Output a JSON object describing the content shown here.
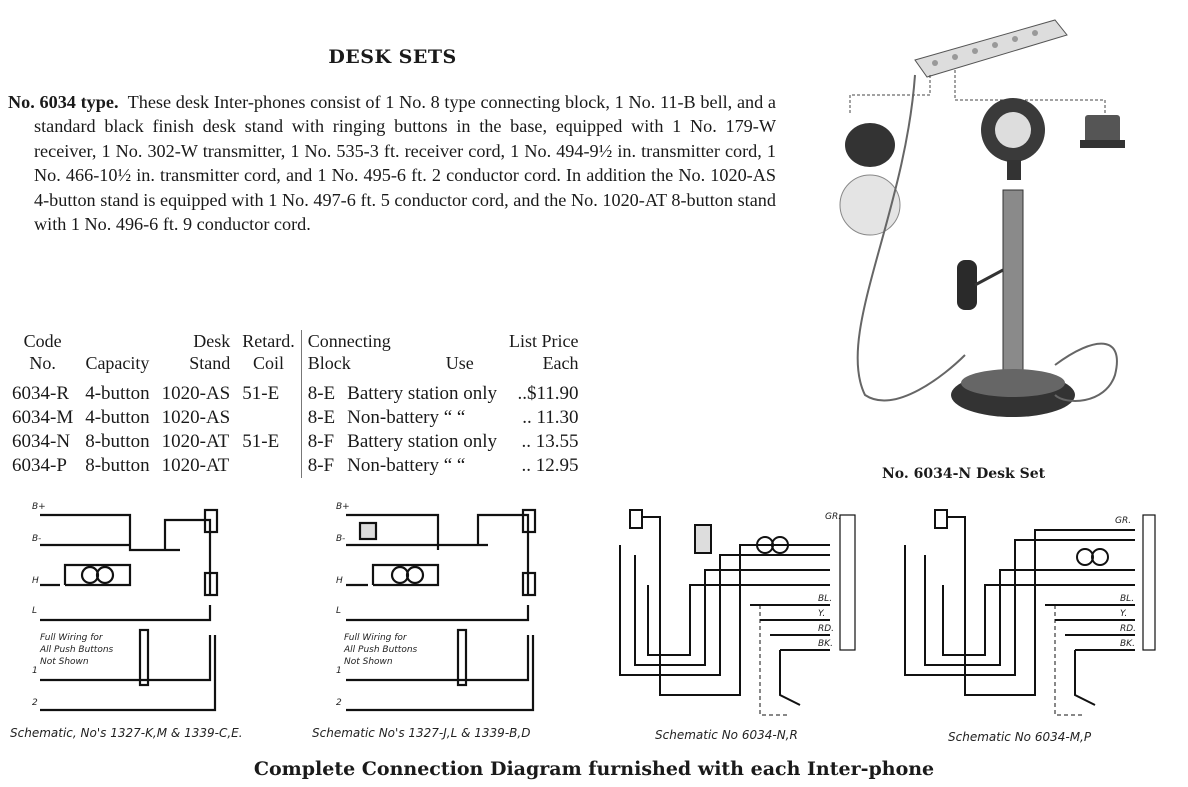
{
  "heading": "DESK SETS",
  "description": {
    "lead": "No. 6034 type.",
    "body": "These desk Inter-phones consist of 1 No. 8 type connecting block, 1 No. 11-B bell, and a standard black finish desk stand with ringing buttons in the base, equipped with 1 No. 179-W receiver, 1 No. 302-W transmitter, 1 No. 535-3 ft. receiver cord, 1 No. 494-9½ in. transmitter cord, 1 No. 466-10½ in. transmitter cord, and 1 No. 495-6 ft. 2 conductor cord. In addition the No. 1020-AS 4-button stand is equipped with 1 No. 497-6 ft. 5 conductor cord, and the No. 1020-AT 8-button stand with 1 No. 496-6 ft. 9 conductor cord."
  },
  "table": {
    "headers": {
      "code": [
        "Code",
        "No."
      ],
      "capacity": "Capacity",
      "desk_stand": [
        "Desk",
        "Stand"
      ],
      "retard_coil": [
        "Retard.",
        "Coil"
      ],
      "connecting_block": [
        "Connecting",
        "Block"
      ],
      "use": "Use",
      "price": [
        "List Price",
        "Each"
      ]
    },
    "rows": [
      {
        "code": "6034-R",
        "capacity": "4-button",
        "stand": "1020-AS",
        "coil": "51-E",
        "block": "8-E",
        "use": "Battery station only",
        "price": "..$11.90"
      },
      {
        "code": "6034-M",
        "capacity": "4-button",
        "stand": "1020-AS",
        "coil": "",
        "block": "8-E",
        "use": "Non-battery “   “",
        "price": ".. 11.30"
      },
      {
        "code": "6034-N",
        "capacity": "8-button",
        "stand": "1020-AT",
        "coil": "51-E",
        "block": "8-F",
        "use": "Battery station only",
        "price": ".. 13.55"
      },
      {
        "code": "6034-P",
        "capacity": "8-button",
        "stand": "1020-AT",
        "coil": "",
        "block": "8-F",
        "use": "Non-battery “   “",
        "price": ".. 12.95"
      }
    ]
  },
  "photo_caption": "No. 6034-N Desk Set",
  "schematics": [
    {
      "caption": "Schematic, No's 1327-K,M & 1339-C,E.",
      "note": [
        "Full Wiring for",
        "All Push Buttons",
        "Not Shown"
      ],
      "terminals": [
        "B+",
        "B-",
        "H",
        "L",
        "1",
        "2"
      ]
    },
    {
      "caption": "Schematic No's 1327-J,L & 1339-B,D",
      "note": [
        "Full Wiring for",
        "All Push Buttons",
        "Not Shown"
      ],
      "terminals": [
        "B+",
        "B-",
        "H",
        "L",
        "1",
        "2"
      ]
    },
    {
      "caption": "Schematic No 6034-N,R",
      "wires": [
        "GR.",
        "BL.",
        "Y.",
        "RD.",
        "BK."
      ]
    },
    {
      "caption": "Schematic No 6034-M,P",
      "wires": [
        "GR.",
        "BL.",
        "Y.",
        "RD.",
        "BK."
      ]
    }
  ],
  "footer": "Complete Connection Diagram furnished with each Inter-phone"
}
